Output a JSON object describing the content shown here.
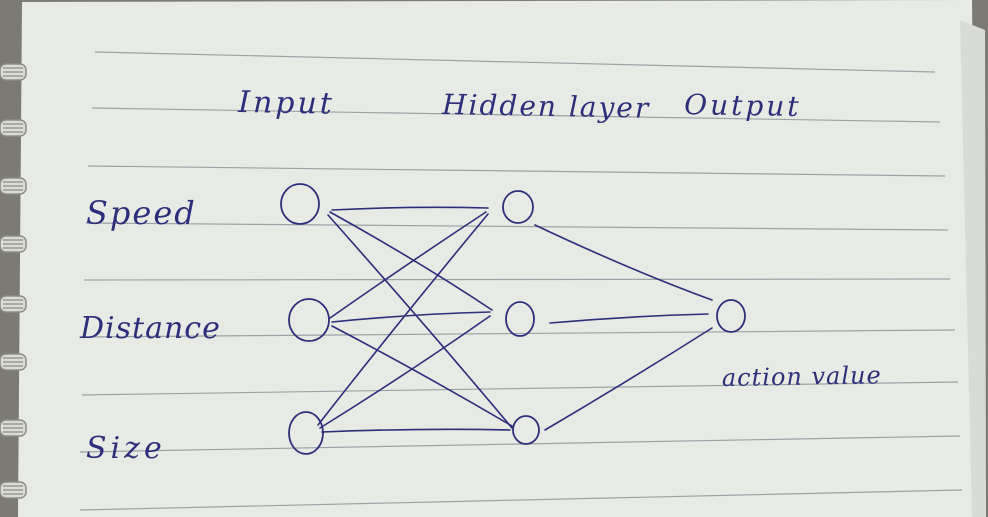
{
  "layer_titles": {
    "input": "Input",
    "hidden": "Hidden layer",
    "output": "Output"
  },
  "input_labels": [
    "Speed",
    "Distance",
    "Size"
  ],
  "output_label": "action value",
  "network": {
    "input_nodes": 3,
    "hidden_nodes": 3,
    "output_nodes": 1,
    "connections": "fully-connected"
  },
  "colors": {
    "ink": "#2e2e7a",
    "paper": "#e9ece6",
    "rule_line": "#9aa3a6",
    "spiral_ring": "#dcdcd6"
  },
  "notebook": {
    "binding": "spiral",
    "ruled": true
  }
}
